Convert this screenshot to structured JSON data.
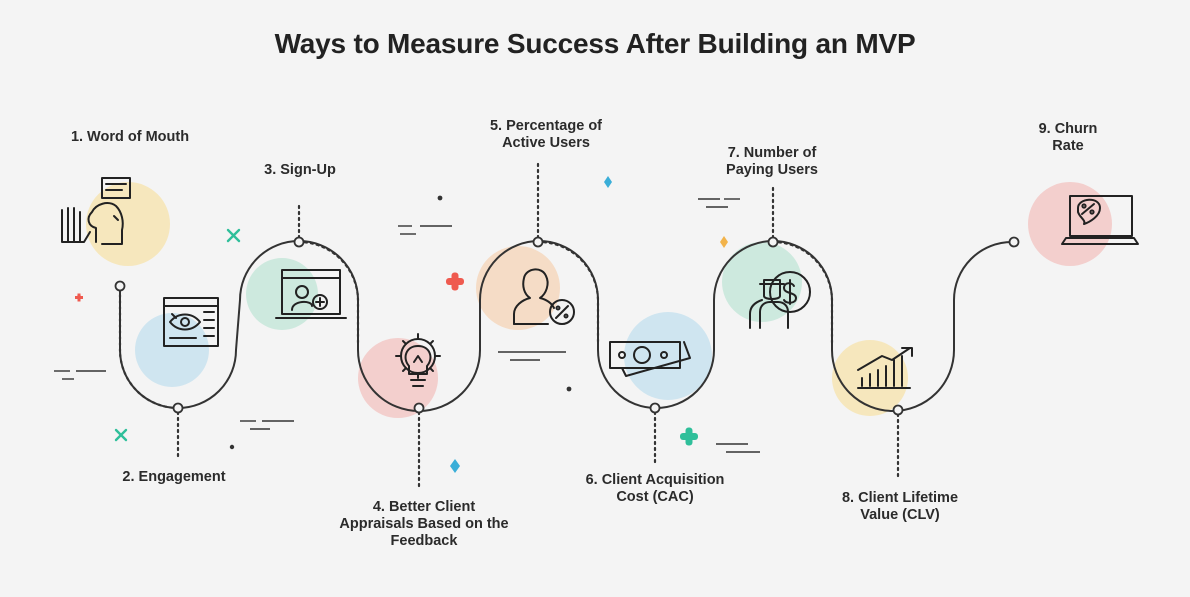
{
  "title": "Ways to Measure Success After Building an MVP",
  "colors": {
    "line": "#333333",
    "yellow": "#f6e7bd",
    "blue": "#cfe5f0",
    "green": "#cde9de",
    "pink": "#f3cfcd",
    "peach": "#f5dcc6",
    "accent_red": "#ef5a4f",
    "accent_teal": "#2fbf9a",
    "accent_blue": "#3aaed8",
    "accent_orange": "#f2b34a"
  },
  "steps": [
    {
      "lines": [
        "1. Word of Mouth"
      ],
      "icon": "word-of-mouth-icon"
    },
    {
      "lines": [
        "2. Engagement"
      ],
      "icon": "engagement-eye-icon"
    },
    {
      "lines": [
        "3. Sign-Up"
      ],
      "icon": "sign-up-monitor-icon"
    },
    {
      "lines": [
        "4. Better Client",
        "Appraisals Based on the",
        "Feedback"
      ],
      "icon": "lightbulb-gear-icon"
    },
    {
      "lines": [
        "5. Percentage of",
        "Active Users"
      ],
      "icon": "user-percent-icon"
    },
    {
      "lines": [
        "6. Client Acquisition",
        "Cost (CAC)"
      ],
      "icon": "money-bills-icon"
    },
    {
      "lines": [
        "7. Number of",
        "Paying Users"
      ],
      "icon": "paying-user-icon"
    },
    {
      "lines": [
        "8. Client Lifetime",
        "Value (CLV)"
      ],
      "icon": "growth-chart-icon"
    },
    {
      "lines": [
        "9. Churn",
        "Rate"
      ],
      "icon": "churn-laptop-icon"
    }
  ]
}
